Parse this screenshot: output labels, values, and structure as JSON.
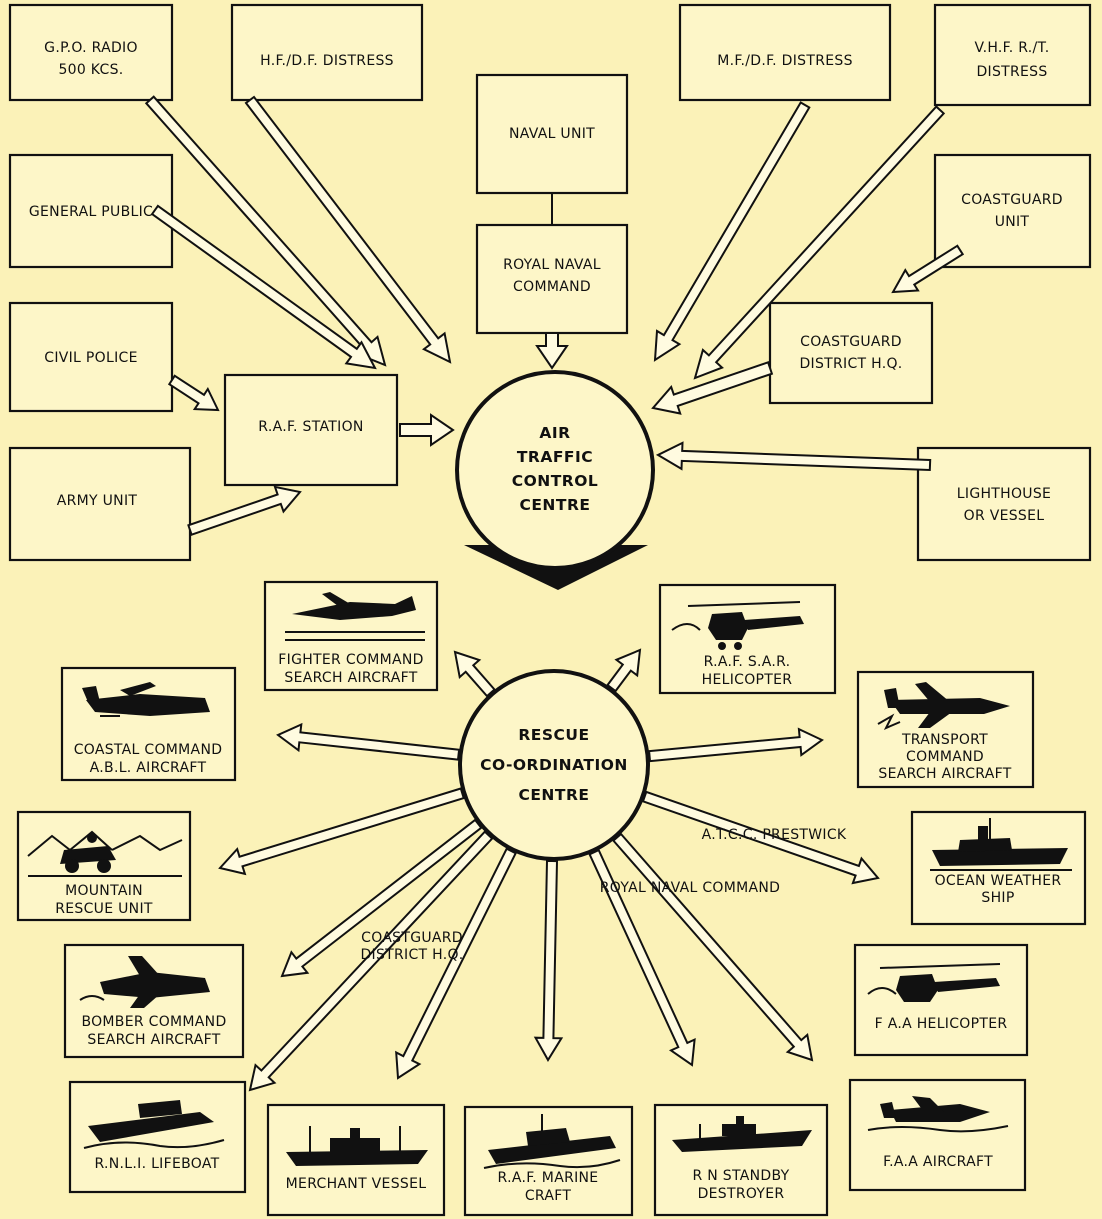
{
  "boxes": {
    "gpo_radio": [
      "G.P.O. RADIO",
      "500 KCS."
    ],
    "hf_df": [
      "H.F./D.F. DISTRESS"
    ],
    "naval_unit": [
      "NAVAL UNIT"
    ],
    "mf_df": [
      "M.F./D.F. DISTRESS"
    ],
    "vhf_rt": [
      "V.H.F. R./T.",
      "DISTRESS"
    ],
    "general_public": [
      "GENERAL PUBLIC"
    ],
    "royal_naval_command": [
      "ROYAL NAVAL",
      "COMMAND"
    ],
    "coastguard_unit": [
      "COASTGUARD",
      "UNIT"
    ],
    "civil_police": [
      "CIVIL POLICE"
    ],
    "coastguard_district": [
      "COASTGUARD",
      "DISTRICT H.Q."
    ],
    "raf_station": [
      "R.A.F. STATION"
    ],
    "army_unit": [
      "ARMY UNIT"
    ],
    "lighthouse": [
      "LIGHTHOUSE",
      "OR VESSEL"
    ]
  },
  "centres": {
    "atcc": [
      "AIR",
      "TRAFFIC",
      "CONTROL",
      "CENTRE"
    ],
    "rcc": [
      "RESCUE",
      "CO-ORDINATION",
      "CENTRE"
    ]
  },
  "units": {
    "fighter": [
      "FIGHTER COMMAND",
      "SEARCH AIRCRAFT"
    ],
    "raf_sar": [
      "R.A.F. S.A.R.",
      "HELICOPTER"
    ],
    "coastal": [
      "COASTAL COMMAND",
      "A.B.L. AIRCRAFT"
    ],
    "transport": [
      "TRANSPORT",
      "COMMAND",
      "SEARCH AIRCRAFT"
    ],
    "mountain": [
      "MOUNTAIN",
      "RESCUE UNIT"
    ],
    "ocean_weather": [
      "OCEAN WEATHER",
      "SHIP"
    ],
    "bomber": [
      "BOMBER COMMAND",
      "SEARCH AIRCRAFT"
    ],
    "faa_helicopter": [
      "F A.A HELICOPTER"
    ],
    "rnli": [
      "R.N.L.I. LIFEBOAT"
    ],
    "merchant": [
      "MERCHANT VESSEL"
    ],
    "raf_marine": [
      "R.A.F. MARINE",
      "CRAFT"
    ],
    "rn_destroyer": [
      "R N  STANDBY",
      "DESTROYER"
    ],
    "faa_aircraft": [
      "F.A.A  AIRCRAFT"
    ]
  },
  "free_labels": {
    "atcc_prestwick": "A.T.C.C. PRESTWICK",
    "royal_naval_command": "ROYAL NAVAL COMMAND",
    "coastguard_district": [
      "COASTGUARD",
      "DISTRICT H.Q."
    ]
  }
}
